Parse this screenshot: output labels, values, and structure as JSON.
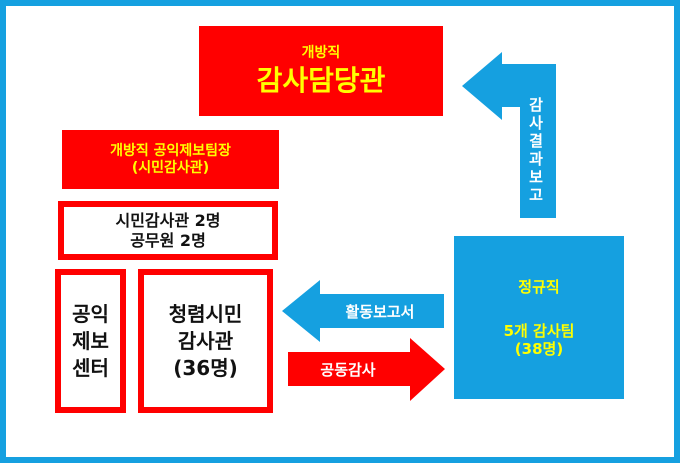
{
  "colors": {
    "frame": "#15a0e0",
    "red": "#ff0000",
    "blue": "#15a0e0",
    "yellow_text": "#ffff00"
  },
  "nodes": {
    "head": {
      "sub": "개방직",
      "main": "감사담당관"
    },
    "leader": {
      "line1": "개방직 공익제보팀장",
      "line2": "(시민감사관)"
    },
    "staff": {
      "line1": "시민감사관 2명",
      "line2": "공무원 2명"
    },
    "report_center": {
      "line1": "공익",
      "line2": "제보",
      "line3": "센터"
    },
    "citizen_auditors": {
      "line1": "청렴시민",
      "line2": "감사관",
      "line3": "(36명)"
    },
    "regular": {
      "title": "정규직",
      "line1": "5개 감사팀",
      "line2": "(38명)"
    }
  },
  "edges": {
    "audit_report": {
      "label": "감사결과보고",
      "chars": [
        "감",
        "사",
        "결",
        "과",
        "보",
        "고"
      ]
    },
    "activity_report": {
      "label": "활동보고서"
    },
    "joint_audit": {
      "label": "공동감사"
    }
  }
}
